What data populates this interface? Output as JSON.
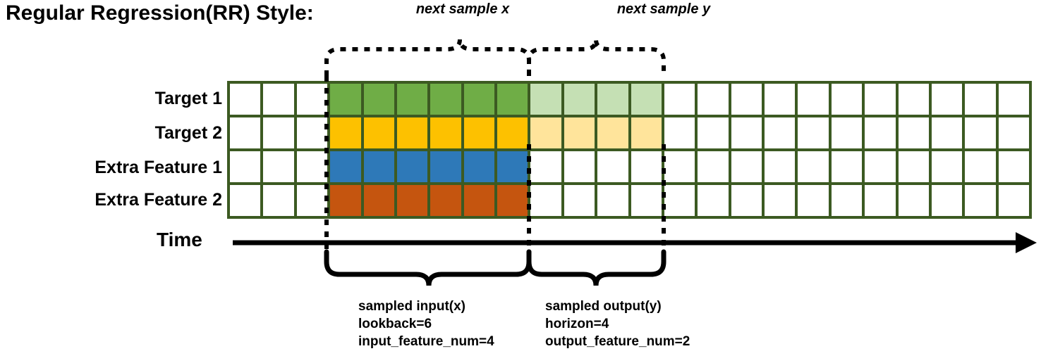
{
  "title": "Regular Regression(RR) Style:",
  "annotations": {
    "next_sample_x": "next sample x",
    "next_sample_y": "next sample y"
  },
  "rows": [
    {
      "label": "Target 1",
      "name": "target-1"
    },
    {
      "label": "Target 2",
      "name": "target-2"
    },
    {
      "label": "Extra Feature 1",
      "name": "extra-feature-1"
    },
    {
      "label": "Extra Feature 2",
      "name": "extra-feature-2"
    }
  ],
  "axis": {
    "label": "Time"
  },
  "captions": {
    "input": {
      "line1": "sampled input(x)",
      "line2": "lookback=6",
      "line3": "input_feature_num=4"
    },
    "output": {
      "line1": "sampled output(y)",
      "line2": "horizon=4",
      "line3": "output_feature_num=2"
    }
  },
  "grid": {
    "columns": 24,
    "rows": 4,
    "lead_blank_cols": 3,
    "input_start_col": 4,
    "input_cols": 6,
    "output_start_col": 10,
    "output_cols": 4,
    "trailing_blank_cols": 11,
    "fill": [
      [
        "w",
        "w",
        "w",
        "g",
        "g",
        "g",
        "g",
        "g",
        "g",
        "gl",
        "gl",
        "gl",
        "gl",
        "w",
        "w",
        "w",
        "w",
        "w",
        "w",
        "w",
        "w",
        "w",
        "w",
        "w"
      ],
      [
        "w",
        "w",
        "w",
        "y",
        "y",
        "y",
        "y",
        "y",
        "y",
        "yl",
        "yl",
        "yl",
        "yl",
        "w",
        "w",
        "w",
        "w",
        "w",
        "w",
        "w",
        "w",
        "w",
        "w",
        "w"
      ],
      [
        "w",
        "w",
        "w",
        "b",
        "b",
        "b",
        "b",
        "b",
        "b",
        "w",
        "w",
        "w",
        "w",
        "w",
        "w",
        "w",
        "w",
        "w",
        "w",
        "w",
        "w",
        "w",
        "w",
        "w"
      ],
      [
        "w",
        "w",
        "w",
        "o",
        "o",
        "o",
        "o",
        "o",
        "o",
        "w",
        "w",
        "w",
        "w",
        "w",
        "w",
        "w",
        "w",
        "w",
        "w",
        "w",
        "w",
        "w",
        "w",
        "w"
      ]
    ]
  },
  "colors": {
    "border": "#3C5A22",
    "white": "#FFFFFF",
    "green": "#6FAD46",
    "green_light": "#C5E0B4",
    "yellow": "#FDC100",
    "yellow_light": "#FFE49B",
    "blue": "#2E79B8",
    "orange": "#C5550F",
    "ink": "#000000"
  }
}
